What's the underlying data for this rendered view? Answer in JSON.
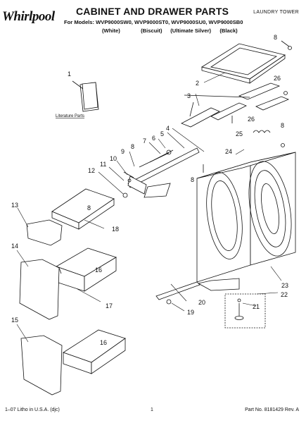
{
  "brand": {
    "logo_text": "Whirlpool"
  },
  "header": {
    "title": "CABINET AND DRAWER PARTS",
    "product": "LAUNDRY TOWER",
    "models_line": "For Models: WVP9000SW0, WVP9000ST0, WVP9000SU0, WVP9000SB0",
    "colors": [
      "(White)",
      "(Biscuit)",
      "(Ultimate Silver)",
      "(Black)"
    ]
  },
  "diagram": {
    "literature_label": "Literature Parts",
    "callouts": [
      "1",
      "2",
      "3",
      "4",
      "5",
      "6",
      "7",
      "8",
      "9",
      "10",
      "11",
      "12",
      "13",
      "14",
      "15",
      "16",
      "17",
      "18",
      "19",
      "20",
      "21",
      "22",
      "23",
      "24",
      "25",
      "26"
    ]
  },
  "footer": {
    "left": "1–07 Litho in U.S.A. (djc)",
    "page": "1",
    "part_no": "Part No. 8181429 Rev. A"
  }
}
